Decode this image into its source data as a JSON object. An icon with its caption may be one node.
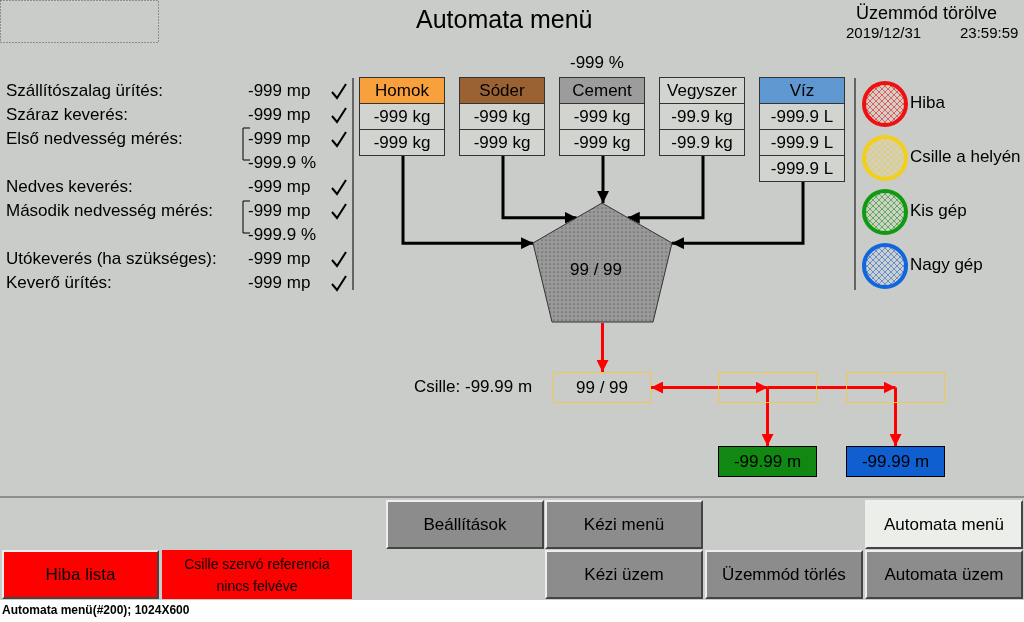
{
  "diagram": {
    "title": "Automata menü",
    "nodes": [
      {
        "text": [
          "Homok",
          "-999 kg",
          "-999 kg"
        ]
      },
      {
        "text": [
          "Sóder",
          "-999 kg",
          "-999 kg"
        ]
      },
      {
        "text": [
          "Cement",
          "-999 kg",
          "-999 kg"
        ],
        "beside": [
          "-999 %"
        ]
      },
      {
        "text": [
          "Vegyszer",
          "-99.9 kg",
          "-99.9 kg"
        ]
      },
      {
        "text": [
          "Víz",
          "-999.9 L",
          "-999.9 L",
          "-999.9 L"
        ]
      },
      {
        "text": [
          "99 / 99"
        ]
      },
      {
        "text": [
          "99 / 99"
        ],
        "beside": [
          "Csille: -99.99 m"
        ]
      },
      {
        "text": [],
        "shape": "box"
      },
      {
        "text": [],
        "shape": "box"
      },
      {
        "text": [
          "-99.99 m"
        ]
      },
      {
        "text": [
          "-99.99 m"
        ]
      },
      {
        "text": [],
        "shape": "circle",
        "beside": [
          "Hiba"
        ]
      },
      {
        "text": [],
        "shape": "circle",
        "beside": [
          "Csille a helyén"
        ]
      },
      {
        "text": [],
        "shape": "circle",
        "beside": [
          "Kis gép"
        ]
      },
      {
        "text": [],
        "shape": "circle",
        "beside": [
          "Nagy gép"
        ]
      },
      {
        "text": [
          "Beállítások"
        ]
      },
      {
        "text": [
          "Kézi menü"
        ]
      },
      {
        "text": [
          "Automata menü"
        ]
      },
      {
        "text": [
          "Hiba lista"
        ]
      },
      {
        "text": [
          "Csille szervó referencia nincs felvéve"
        ]
      },
      {
        "text": [
          "Kézi üzem"
        ]
      },
      {
        "text": [
          "Üzemmód törlés"
        ]
      },
      {
        "text": [
          "Automata üzem"
        ]
      }
    ],
    "edges": [
      {
        "from": 0,
        "to": 5,
        "arrow": "to",
        "color": "#000000"
      },
      {
        "from": 1,
        "to": 5,
        "arrow": "to",
        "color": "#000000"
      },
      {
        "from": 2,
        "to": 5,
        "arrow": "to",
        "color": "#000000"
      },
      {
        "from": 3,
        "to": 5,
        "arrow": "to",
        "color": "#000000"
      },
      {
        "from": 4,
        "to": 5,
        "arrow": "to",
        "color": "#000000"
      },
      {
        "from": 5,
        "to": 6,
        "arrow": "to",
        "color": "#ff0000"
      },
      {
        "from": 6,
        "to": 7,
        "arrow": "both",
        "color": "#ff0000"
      },
      {
        "from": 7,
        "to": 8,
        "arrow": "to",
        "color": "#ff0000"
      },
      {
        "from": 7,
        "to": 9,
        "arrow": "to",
        "color": "#ff0000"
      },
      {
        "from": 8,
        "to": 10,
        "arrow": "to",
        "color": "#ff0000"
      }
    ],
    "labels": [
      "Szállítószalag ürítés:",
      "-999 mp",
      "Száraz keverés:",
      "-999 mp",
      "Első nedvesség mérés:",
      "-999 mp",
      "-999.9 %",
      "Nedves keverés:",
      "-999 mp",
      "Második nedvesség mérés:",
      "-999 mp",
      "-999.9 %",
      "Utókeverés (ha szükséges):",
      "-999 mp",
      "Keverő ürítés:",
      "-999 mp",
      "Üzemmód törölve",
      "2019/12/31",
      "23:59:59",
      "Automata menü(#200); 1024X600"
    ]
  }
}
